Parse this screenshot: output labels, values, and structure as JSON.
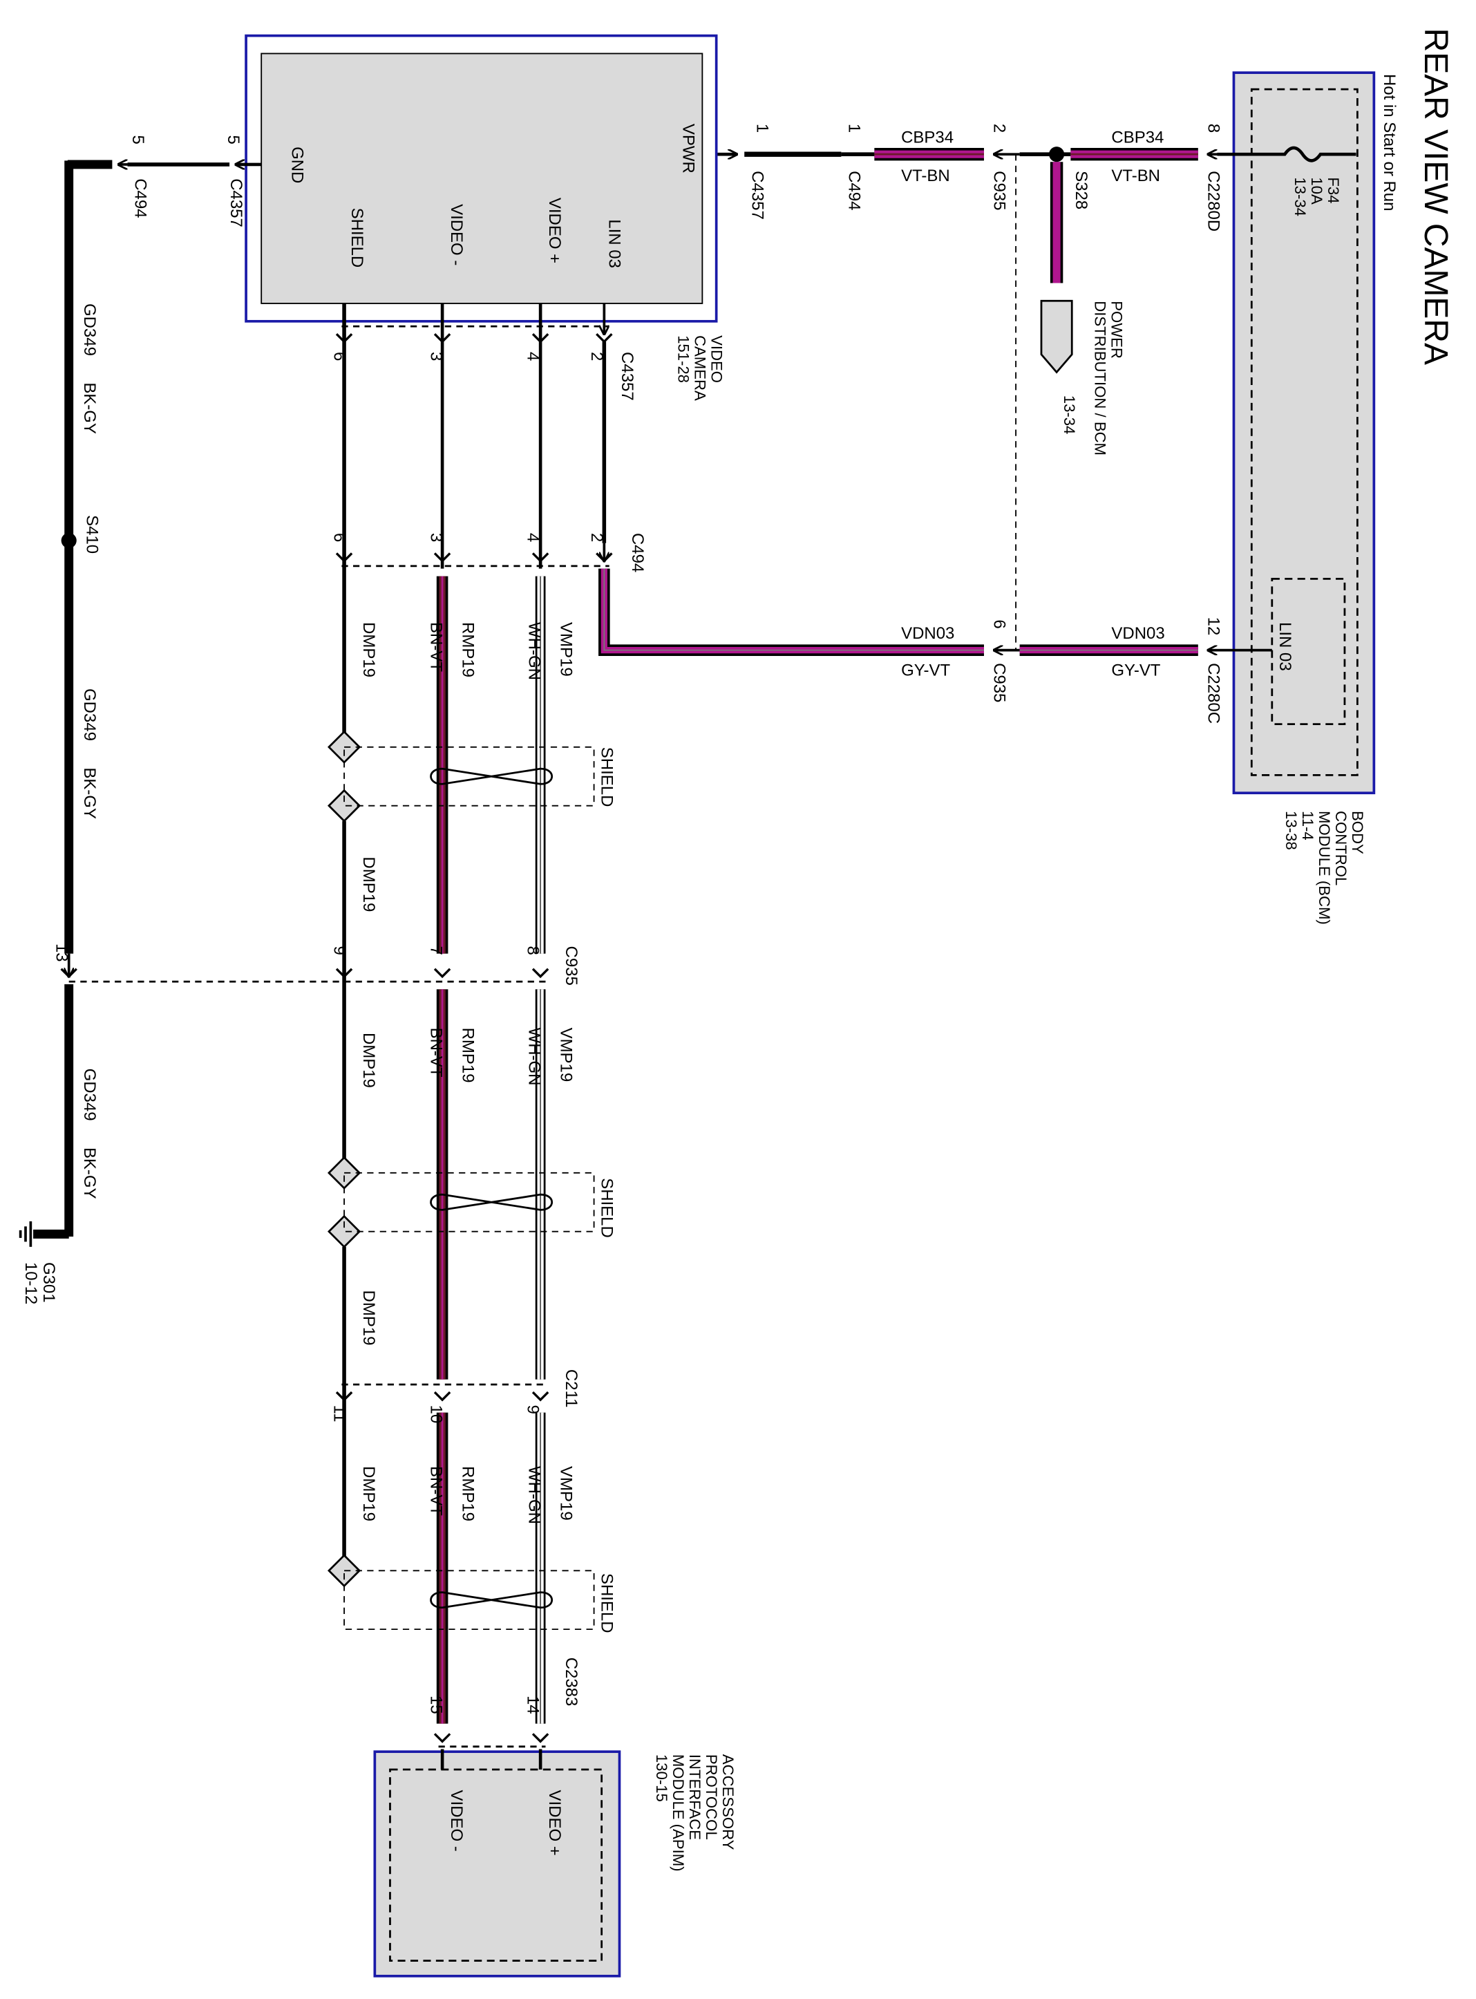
{
  "title": "REAR VIEW CAMERA",
  "power_note": "Hot in Start or Run",
  "colors": {
    "module_border": "#1a1aa8",
    "module_fill": "#dadada",
    "wire_black": "#000000",
    "wire_violet": "#b0168e",
    "wire_brown": "#6b1a2a",
    "wire_white": "#ffffff"
  },
  "bcm": {
    "name_lines": [
      "BODY",
      "CONTROL",
      "MODULE (BCM)",
      "11-4",
      "13-38"
    ],
    "fuse_lines": [
      "F34",
      "10A",
      "13-34"
    ],
    "lin_label": "LIN 03"
  },
  "camera": {
    "name_lines": [
      "VIDEO",
      "CAMERA",
      "151-28"
    ],
    "pin_labels": {
      "gnd": "GND",
      "vpwr": "VPWR",
      "shield": "SHIELD",
      "video_neg": "VIDEO -",
      "video_pos": "VIDEO +",
      "lin": "LIN 03"
    }
  },
  "apim": {
    "name_lines": [
      "ACCESSORY",
      "PROTOCOL",
      "INTERFACE",
      "MODULE (APIM)",
      "130-15"
    ],
    "pin_labels": {
      "video_pos": "VIDEO +",
      "video_neg": "VIDEO -"
    }
  },
  "power_distribution": {
    "lines": [
      "POWER",
      "DISTRIBUTION / BCM",
      "13-34"
    ]
  },
  "ground": {
    "name": "G301",
    "ref": "10-12"
  },
  "splices": {
    "power": "S328",
    "ground": "S410"
  },
  "connectors": {
    "c4357": "C4357",
    "c494": "C494",
    "c935": "C935",
    "c2280d": "C2280D",
    "c2280c": "C2280C",
    "c211": "C211",
    "c2383": "C2383"
  },
  "pins": {
    "vpwr_c4357": "1",
    "vpwr_c494": "1",
    "vpwr_c935": "2",
    "vpwr_c2280d": "8",
    "gnd_c4357": "5",
    "gnd_c494": "5",
    "gnd_c935": "13",
    "lin_c4357": "2",
    "lin_c494": "2",
    "lin_c935": "6",
    "lin_c2280c": "12",
    "vpos_c4357": "4",
    "vpos_c494": "4",
    "vpos_c935": "8",
    "vpos_c211": "9",
    "vpos_c2383": "14",
    "vneg_c4357": "3",
    "vneg_c494": "3",
    "vneg_c935": "7",
    "vneg_c211": "10",
    "vneg_c2383": "15",
    "shield_c4357": "6",
    "shield_c494": "6",
    "shield_c935": "9",
    "shield_c211": "11"
  },
  "wires": {
    "cbp34": {
      "circuit": "CBP34",
      "color": "VT-BN"
    },
    "vdn03": {
      "circuit": "VDN03",
      "color": "GY-VT"
    },
    "gd349": {
      "circuit": "GD349",
      "color": "BK-GY"
    },
    "vmp19": {
      "circuit": "VMP19",
      "color": "WH-GN"
    },
    "rmp19": {
      "circuit": "RMP19",
      "color": "BN-VT"
    },
    "dmp19": {
      "circuit": "DMP19"
    }
  },
  "shield_label": "SHIELD"
}
